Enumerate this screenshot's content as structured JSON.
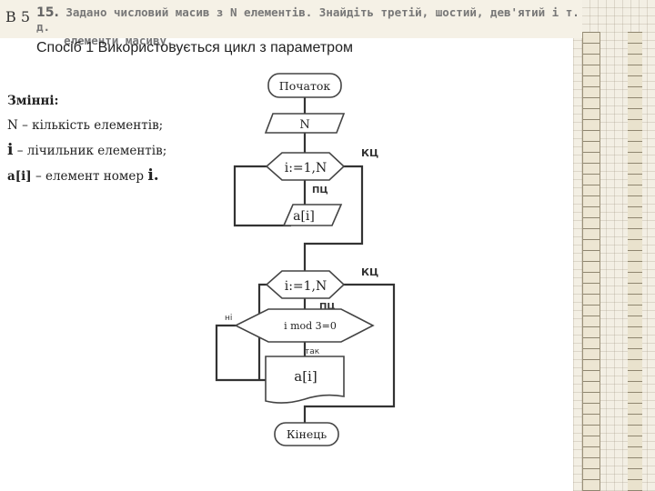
{
  "header": {
    "variant": "В 5",
    "task_number": "15.",
    "task_text": "Задано числовий масив з N елементів. Знайдіть третій, шостий, дев'ятий і т. д.\n    елементи масиву."
  },
  "method_title": "Спосіб 1 Використовується цикл з параметром",
  "variables": {
    "title": "Змінні:",
    "n_desc": "N – кількість елементів;",
    "i_sym": "i",
    "i_desc": " – лічильник елементів;",
    "a_sym": "а[i]",
    "a_desc": " – елемент номер ",
    "a_end": "i."
  },
  "flowchart": {
    "start": "Початок",
    "input_n": "N",
    "loop1": "i:=1,N",
    "loop1_exit": "КЦ",
    "loop1_body": "ПЦ",
    "input_a": "a[i]",
    "loop2": "i:=1,N",
    "loop2_exit": "КЦ",
    "loop2_body": "ПЦ",
    "condition": "i mod 3=0",
    "no": "ні",
    "yes": "так",
    "output_a": "a[i]",
    "end": "Кінець"
  }
}
